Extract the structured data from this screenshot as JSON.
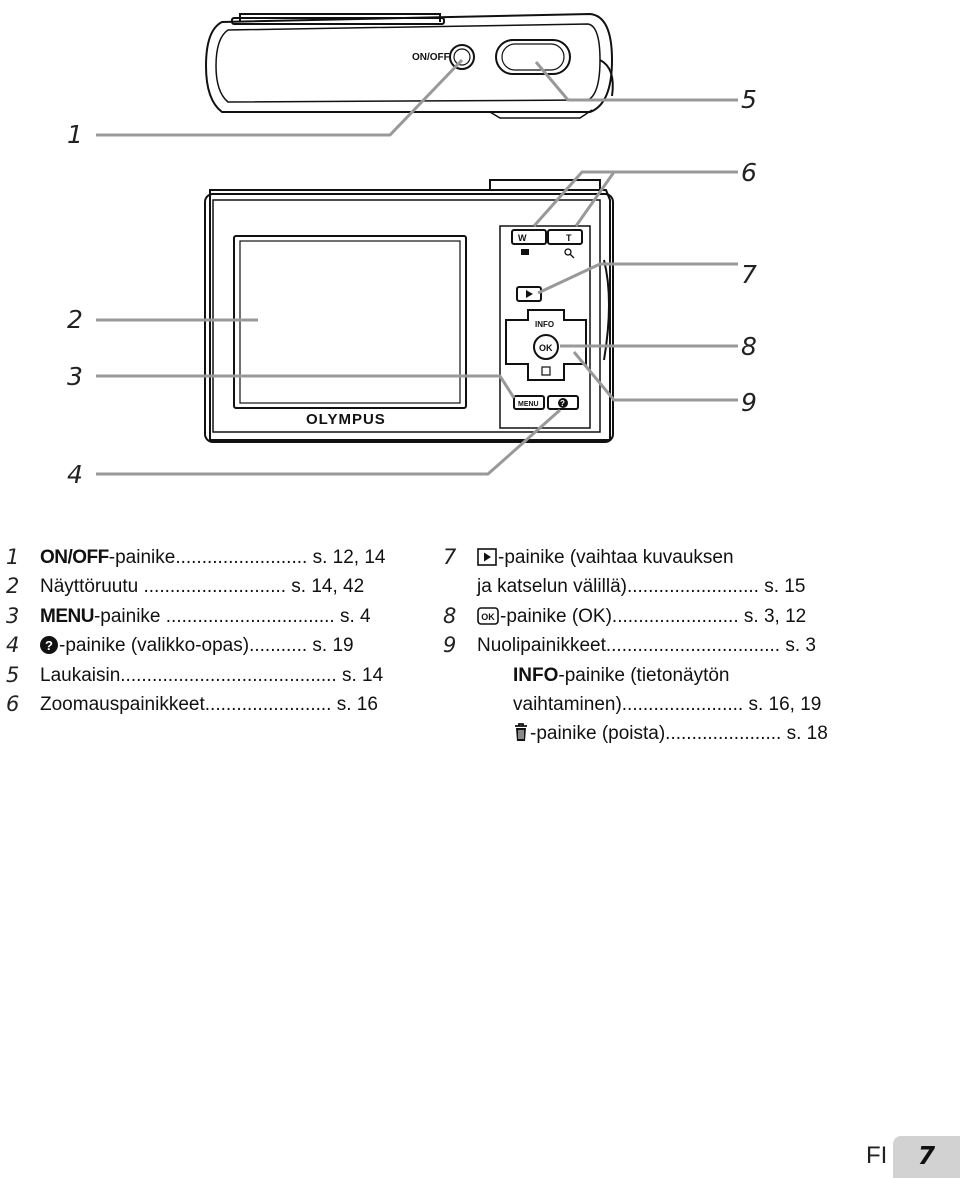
{
  "diagram": {
    "onoff_label": "ON/OFF",
    "brand": "OLYMPUS",
    "btn_w": "W",
    "btn_t": "T",
    "btn_info": "INFO",
    "btn_ok": "OK",
    "btn_menu": "MENU",
    "callouts": [
      "1",
      "2",
      "3",
      "4",
      "5",
      "6",
      "7",
      "8",
      "9"
    ]
  },
  "legend": {
    "left": [
      {
        "num": "1",
        "label": "ON/OFF",
        "rest": "-painike......................... s. 12, 14"
      },
      {
        "num": "2",
        "label": "",
        "rest": "Näyttöruutu ........................... s. 14, 42"
      },
      {
        "num": "3",
        "label": "MENU",
        "rest": "-painike ................................ s. 4"
      },
      {
        "num": "4",
        "label": "",
        "rest": "-painike (valikko-opas)........... s. 19"
      },
      {
        "num": "5",
        "label": "",
        "rest": "Laukaisin......................................... s. 14"
      },
      {
        "num": "6",
        "label": "",
        "rest": "Zoomauspainikkeet........................ s. 16"
      }
    ],
    "right": [
      {
        "num": "7",
        "rest": "-painike (vaihtaa kuvauksen"
      },
      {
        "num": "",
        "rest": "ja katselun välillä)......................... s. 15"
      },
      {
        "num": "8",
        "rest": "-painike (OK)........................ s. 3, 12"
      },
      {
        "num": "9",
        "rest": "Nuolipainikkeet................................. s. 3"
      },
      {
        "num": "",
        "label": "INFO",
        "rest": "-painike (tietonäytön"
      },
      {
        "num": "",
        "rest": "vaihtaminen)....................... s. 16, 19"
      },
      {
        "num": "",
        "rest": "-painike (poista)...................... s. 18"
      }
    ]
  },
  "footer": {
    "lang": "FI",
    "page": "7"
  }
}
